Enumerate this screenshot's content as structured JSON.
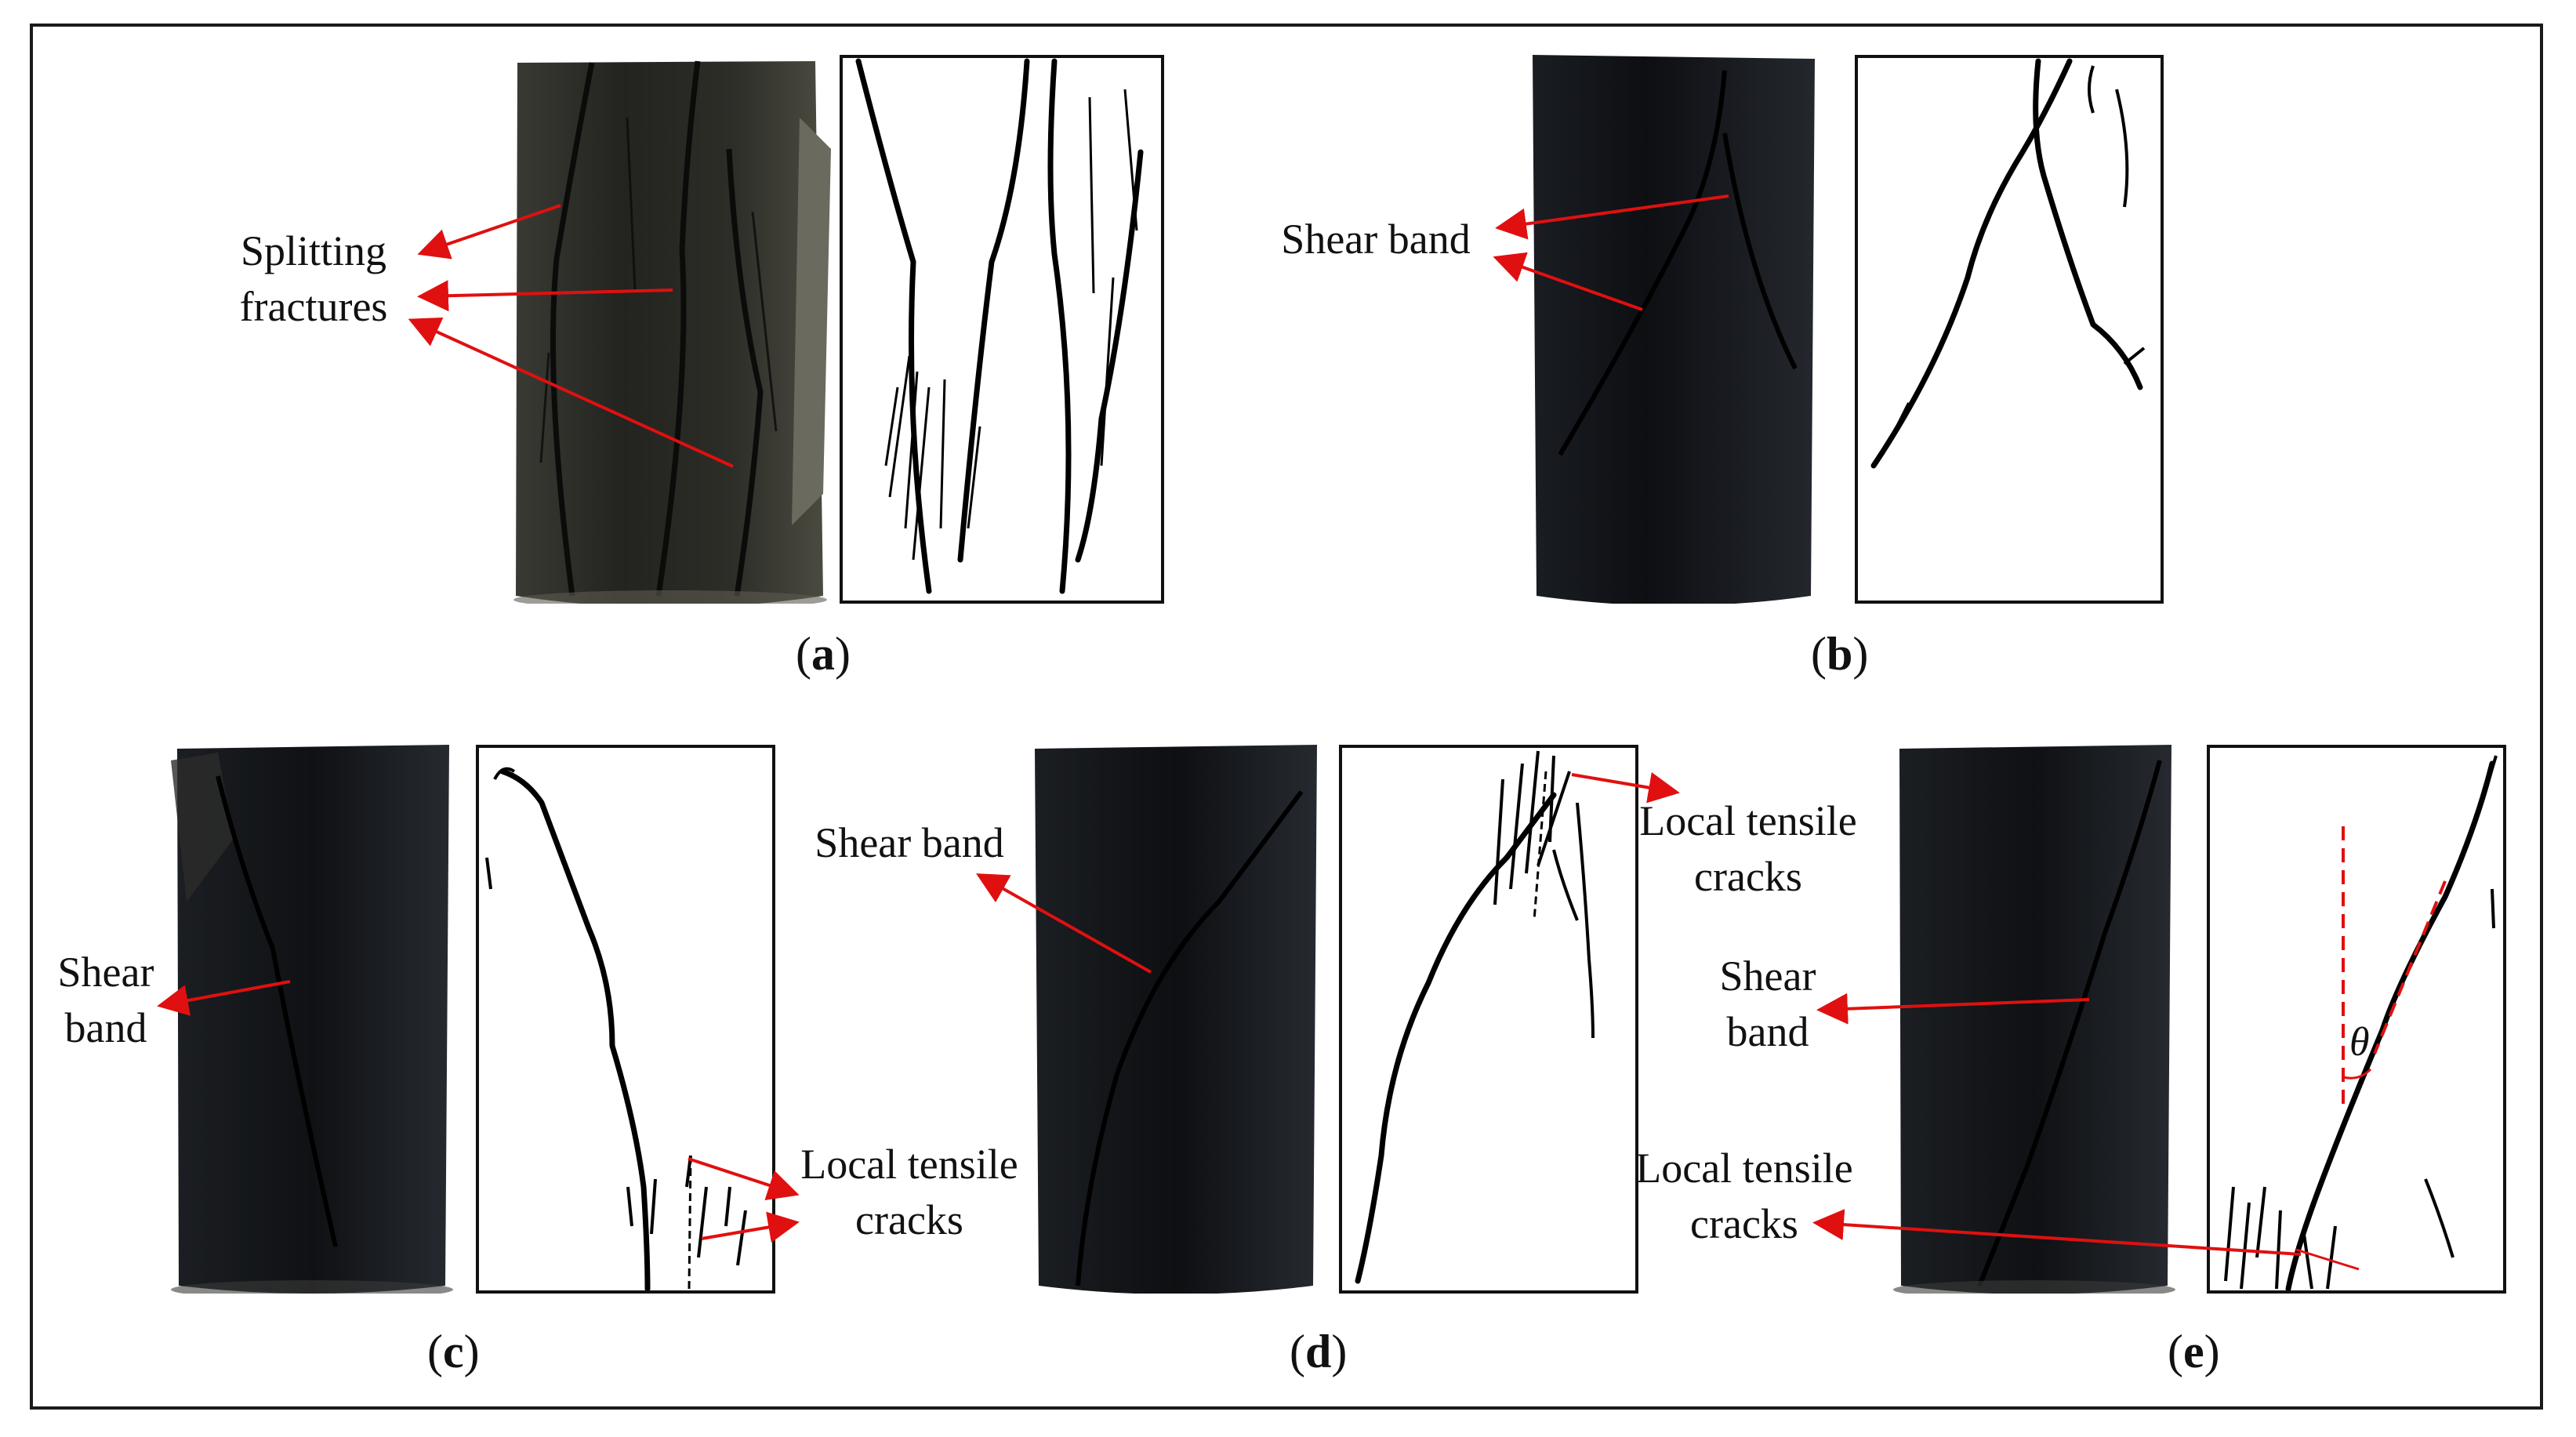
{
  "figure": {
    "panels": [
      {
        "id": "a",
        "caption": "a",
        "labels": [
          {
            "text": "Splitting\nfractures"
          }
        ]
      },
      {
        "id": "b",
        "caption": "b",
        "labels": [
          {
            "text": "Shear band"
          }
        ]
      },
      {
        "id": "c",
        "caption": "c",
        "labels": [
          {
            "text": "Shear\nband"
          },
          {
            "text": "Local tensile\ncracks"
          }
        ]
      },
      {
        "id": "d",
        "caption": "d",
        "labels": [
          {
            "text": "Shear band"
          },
          {
            "text": "Local tensile\ncracks"
          }
        ]
      },
      {
        "id": "e",
        "caption": "e",
        "labels": [
          {
            "text": "Shear\nband"
          },
          {
            "text": "Local tensile\ncracks"
          }
        ],
        "angle_symbol": "θ"
      }
    ],
    "colors": {
      "specimen": "#1c1f24",
      "crack_line": "#000000",
      "arrow": "#e01010",
      "frame": "#1a1a1a"
    }
  }
}
